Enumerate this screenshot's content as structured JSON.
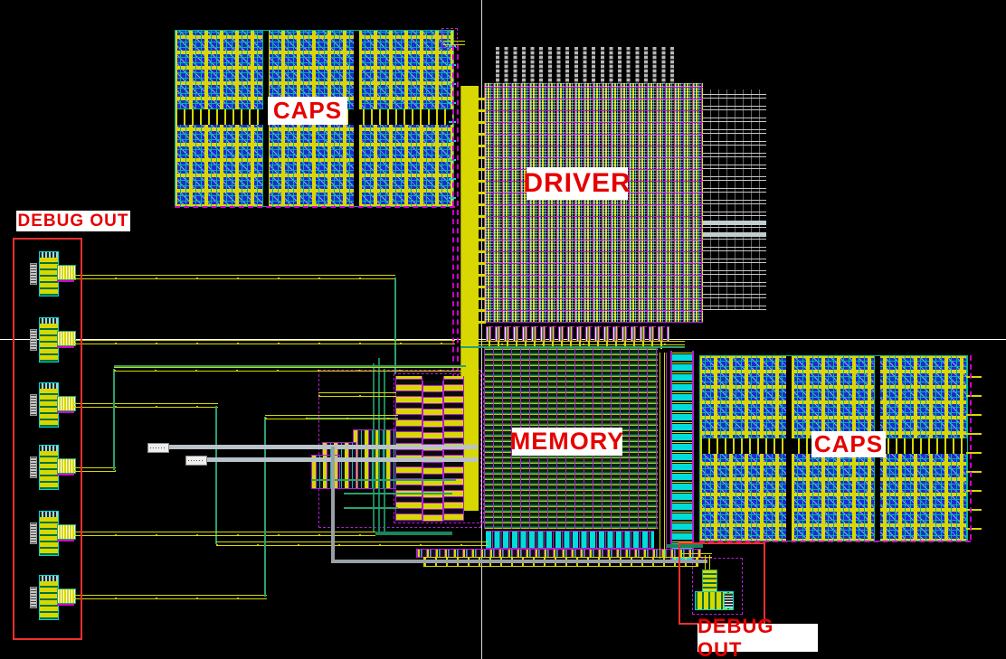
{
  "labels": {
    "caps_left": "CAPS",
    "driver": "DRIVER",
    "memory": "MEMORY",
    "caps_right": "CAPS",
    "debug_out_left": "DEBUG OUT",
    "debug_out_right": "DEBUG OUT"
  },
  "colors": {
    "background": "#000000",
    "label_text": "#e60000",
    "label_bg": "#ffffff",
    "highlight_box_red": "#ee3030",
    "cap_cell_blue": "#1c2cd4",
    "metal_yellow": "#d8d800",
    "grid_purple": "#b020d0",
    "boundary_dashed_purple": "#cc00cc",
    "via_cyan": "#00dcdc",
    "wire_green": "#2aa070",
    "wire_gray": "#c8c8c8",
    "crosshair_white": "#ffffff"
  },
  "counts": {
    "left_debug_cells": 6,
    "driver_top_pins": 21,
    "driver_right_stub_wires": 19,
    "caps_column_groups_per_array": 3
  }
}
